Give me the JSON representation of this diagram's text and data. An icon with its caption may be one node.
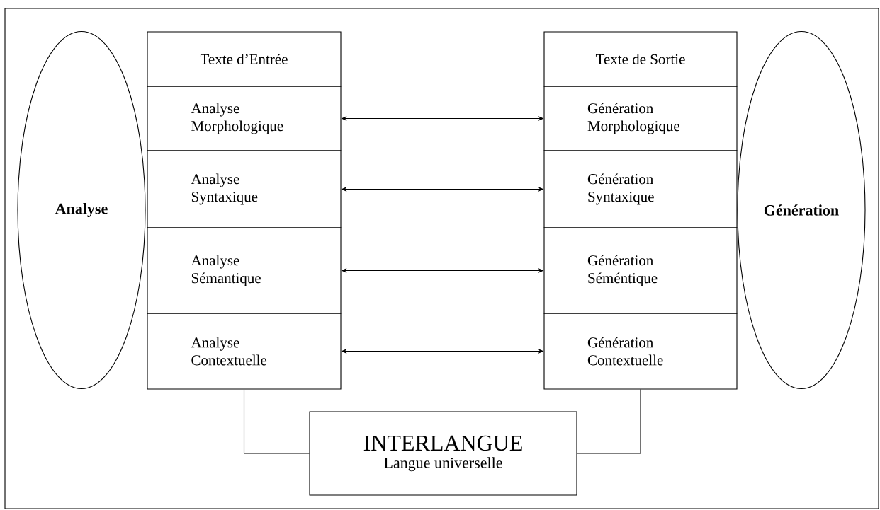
{
  "diagram": {
    "nodes": [
      {
        "text": [
          "Analyse"
        ]
      },
      {
        "text": [
          "Texte d’Entrée"
        ]
      },
      {
        "text": [
          "Analyse Morphologique"
        ]
      },
      {
        "text": [
          "Analyse Syntaxique"
        ]
      },
      {
        "text": [
          "Analyse Sémantique"
        ]
      },
      {
        "text": [
          "Analyse Contextuelle"
        ]
      },
      {
        "text": [
          "Génération"
        ]
      },
      {
        "text": [
          "Texte de Sortie"
        ]
      },
      {
        "text": [
          "Génération Morphologique"
        ]
      },
      {
        "text": [
          "Génération Syntaxique"
        ]
      },
      {
        "text": [
          "Génération Séméntique"
        ]
      },
      {
        "text": [
          "Génération Contextuelle"
        ]
      },
      {
        "text": [
          "INTERLANGUE",
          "Langue universelle"
        ]
      }
    ],
    "edges": [
      {
        "from": 2,
        "to": 8,
        "arrow": "both"
      },
      {
        "from": 3,
        "to": 9,
        "arrow": "both"
      },
      {
        "from": 4,
        "to": 10,
        "arrow": "both"
      },
      {
        "from": 5,
        "to": 11,
        "arrow": "both"
      },
      {
        "from": 5,
        "to": 12,
        "arrow": "none"
      },
      {
        "from": 11,
        "to": 12,
        "arrow": "none"
      }
    ]
  }
}
